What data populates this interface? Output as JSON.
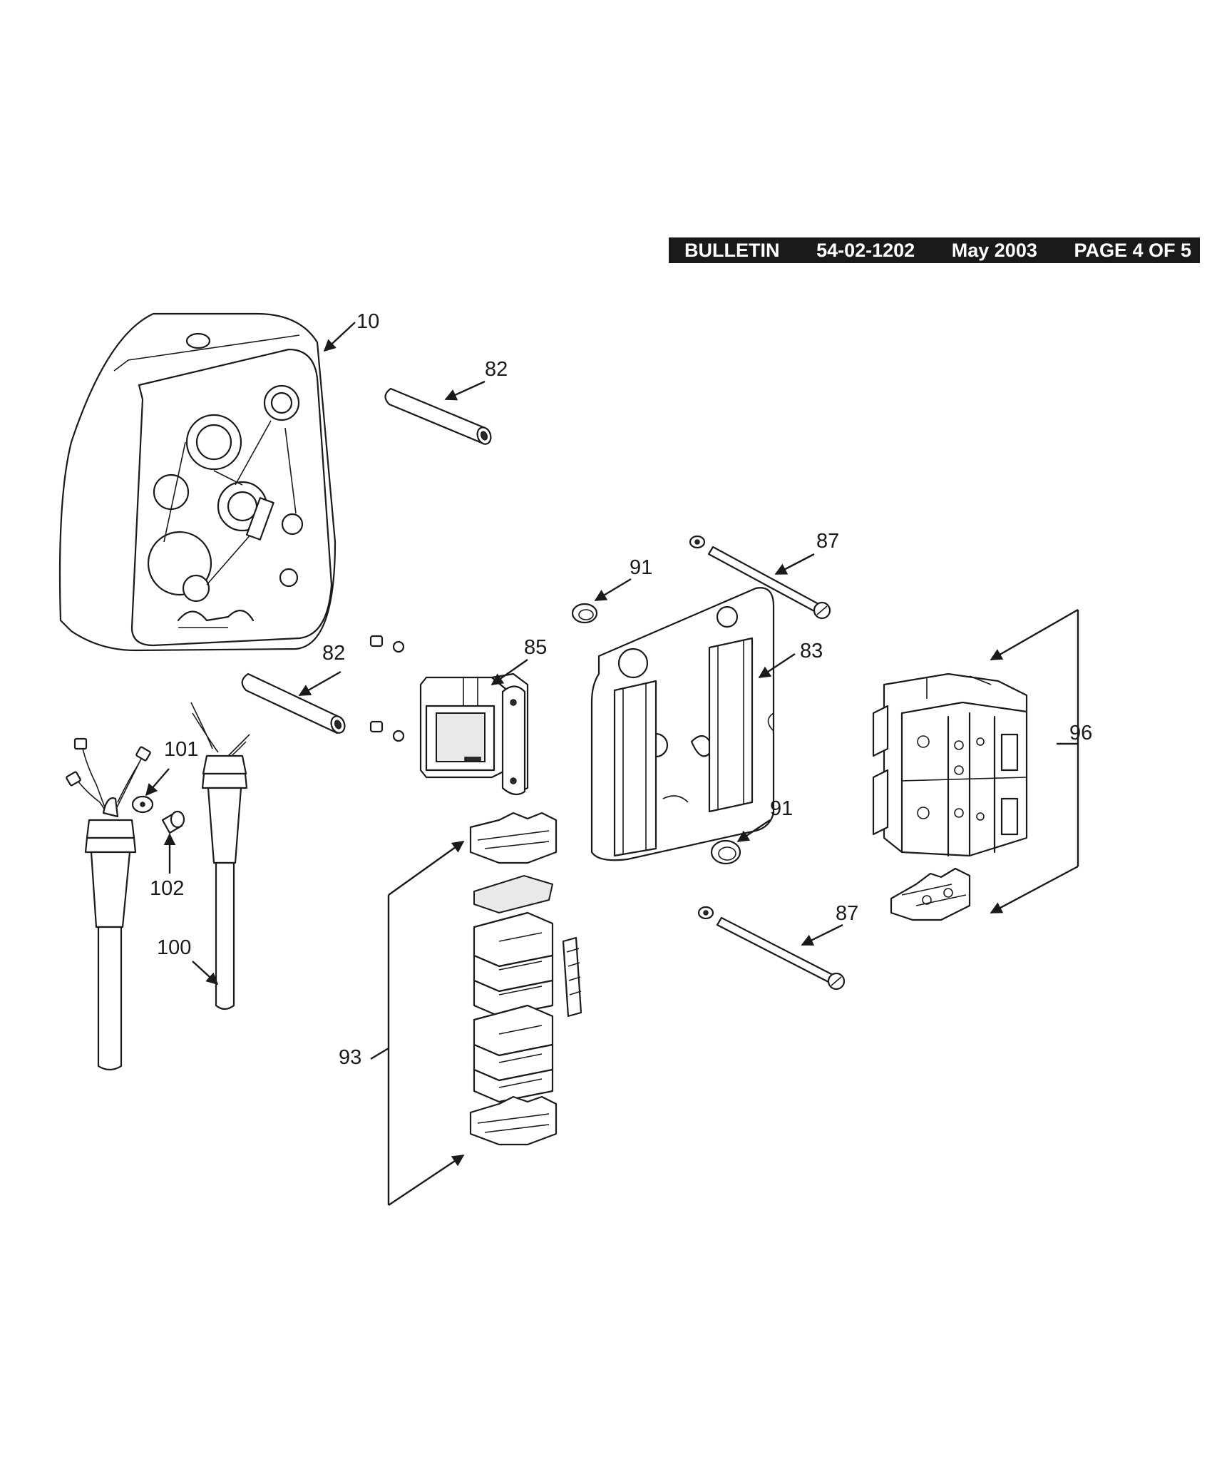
{
  "header": {
    "bulletin_label": "BULLETIN",
    "bulletin_number": "54-02-1202",
    "date": "May 2003",
    "page": "PAGE 4 OF 5"
  },
  "callouts": {
    "c10": "10",
    "c82a": "82",
    "c82b": "82",
    "c87a": "87",
    "c87b": "87",
    "c91a": "91",
    "c91b": "91",
    "c85": "85",
    "c83": "83",
    "c96": "96",
    "c101": "101",
    "c102": "102",
    "c100": "100",
    "c93": "93"
  },
  "colors": {
    "ink": "#1a1a1a",
    "paper": "#ffffff",
    "header_bg": "#1a1a1a"
  }
}
